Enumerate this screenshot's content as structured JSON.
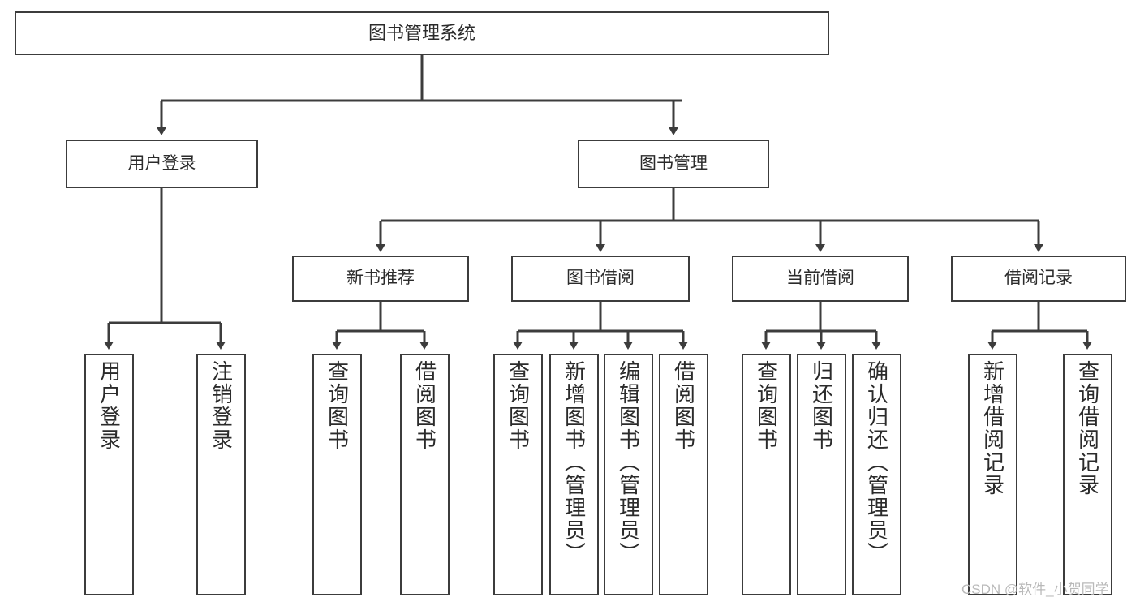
{
  "diagram": {
    "type": "tree-hierarchy",
    "title": "图书管理系统",
    "watermark": "CSDN @软件_小贺同学",
    "colors": {
      "stroke": "#3c3c3c",
      "fill": "#ffffff",
      "text": "#2b2b2b",
      "watermark": "#b9b9b9"
    },
    "nodes": {
      "root": {
        "label": "图书管理系统"
      },
      "level2": [
        {
          "id": "user-login",
          "label": "用户登录"
        },
        {
          "id": "book-management",
          "label": "图书管理"
        }
      ],
      "level3": [
        {
          "id": "new-book-recommend",
          "label": "新书推荐"
        },
        {
          "id": "book-borrow",
          "label": "图书借阅"
        },
        {
          "id": "current-borrow",
          "label": "当前借阅"
        },
        {
          "id": "borrow-record",
          "label": "借阅记录"
        }
      ],
      "leaves": {
        "user-login": [
          {
            "id": "leaf-user-login",
            "label": "用户登录"
          },
          {
            "id": "leaf-logout-login",
            "label": "注销登录"
          }
        ],
        "new-book-recommend": [
          {
            "id": "leaf-query-book-1",
            "label": "查询图书"
          },
          {
            "id": "leaf-borrow-book-1",
            "label": "借阅图书"
          }
        ],
        "book-borrow": [
          {
            "id": "leaf-query-book-2",
            "label": "查询图书"
          },
          {
            "id": "leaf-add-book",
            "label": "新增图书（管理员）"
          },
          {
            "id": "leaf-edit-book",
            "label": "编辑图书（管理员）"
          },
          {
            "id": "leaf-borrow-book-2",
            "label": "借阅图书"
          }
        ],
        "current-borrow": [
          {
            "id": "leaf-query-book-3",
            "label": "查询图书"
          },
          {
            "id": "leaf-return-book",
            "label": "归还图书"
          },
          {
            "id": "leaf-confirm-return",
            "label": "确认归还（管理员）"
          }
        ],
        "borrow-record": [
          {
            "id": "leaf-add-borrow-record",
            "label": "新增借阅记录"
          },
          {
            "id": "leaf-query-borrow-record",
            "label": "查询借阅记录"
          }
        ]
      }
    }
  }
}
